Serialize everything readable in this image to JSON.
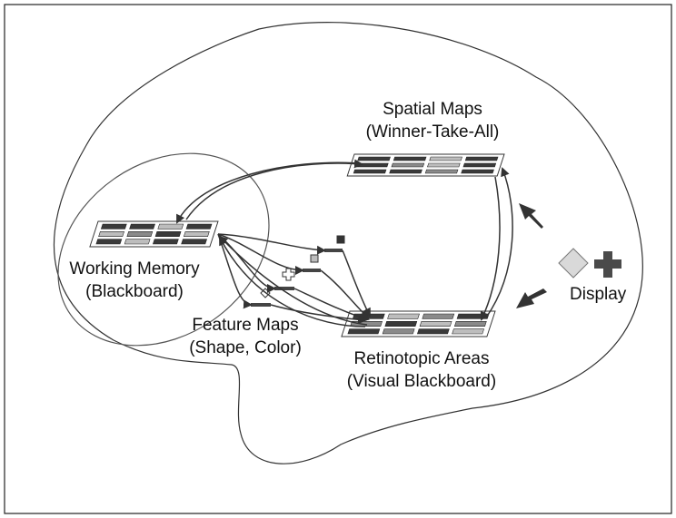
{
  "labels": {
    "spatial_title": "Spatial Maps",
    "spatial_sub": "(Winner-Take-All)",
    "working_title": "Working Memory",
    "working_sub": "(Blackboard)",
    "feature_title": "Feature Maps",
    "feature_sub": "(Shape, Color)",
    "retinotopic_title": "Retinotopic Areas",
    "retinotopic_sub": "(Visual Blackboard)",
    "display": "Display"
  },
  "colors": {
    "line": "#333333",
    "grid_dark": "#3a3a3a",
    "grid_mid": "#8a8a8a",
    "grid_light": "#bdbdbd",
    "arrow": "#333333"
  },
  "icons": {
    "display_shape_1": "diamond-icon",
    "display_shape_2": "cross-icon",
    "feature_marker_1": "diamond-icon",
    "feature_marker_2": "cross-icon",
    "feature_marker_3": "square-icon",
    "feature_marker_4": "square-icon"
  }
}
